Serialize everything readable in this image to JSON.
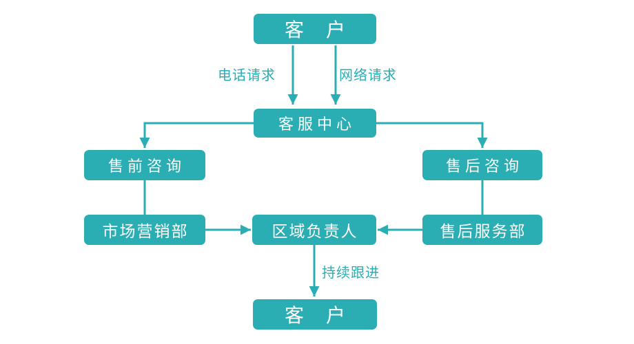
{
  "diagram": {
    "accent_color": "#2aaeb3",
    "background_color": "#ffffff",
    "nodes": {
      "customer_top": {
        "label": "客　户"
      },
      "service_center": {
        "label": "客服中心"
      },
      "presales_consult": {
        "label": "售前咨询"
      },
      "aftersales_consult": {
        "label": "售后咨询"
      },
      "marketing_dept": {
        "label": "市场营销部"
      },
      "regional_manager": {
        "label": "区域负责人"
      },
      "aftersales_dept": {
        "label": "售后服务部"
      },
      "customer_bottom": {
        "label": "客　户"
      }
    },
    "edge_labels": {
      "phone_request": "电话请求",
      "web_request": "网络请求",
      "follow_up": "持续跟进"
    }
  }
}
